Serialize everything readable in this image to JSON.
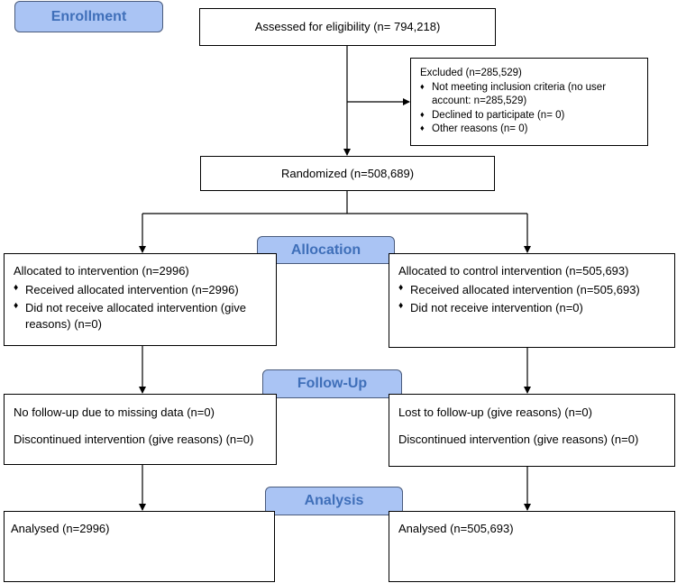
{
  "stages": {
    "enrollment": "Enrollment",
    "allocation": "Allocation",
    "followup": "Follow-Up",
    "analysis": "Analysis"
  },
  "assessed": "Assessed for eligibility (n= 794,218)",
  "excluded": {
    "title": "Excluded  (n=285,529)",
    "items": [
      "Not meeting inclusion criteria (no user account: n=285,529)",
      "Declined to participate (n= 0)",
      "Other reasons (n= 0)"
    ]
  },
  "randomized": "Randomized (n=508,689)",
  "allocation_left": {
    "title": "Allocated to intervention (n=2996)",
    "items": [
      "Received allocated intervention (n=2996)",
      "Did not receive allocated intervention (give reasons) (n=0)"
    ]
  },
  "allocation_right": {
    "title": "Allocated to control intervention (n=505,693)",
    "items": [
      "Received allocated intervention (n=505,693)",
      "Did not receive intervention (n=0)"
    ]
  },
  "followup_left": {
    "line1": "No follow-up due to missing data (n=0)",
    "line2": "Discontinued intervention (give reasons) (n=0)"
  },
  "followup_right": {
    "line1": "Lost to follow-up (give reasons) (n=0)",
    "line2": "Discontinued intervention (give reasons) (n=0)"
  },
  "analysis_left": "Analysed  (n=2996)",
  "analysis_right": "Analysed  (n=505,693)"
}
